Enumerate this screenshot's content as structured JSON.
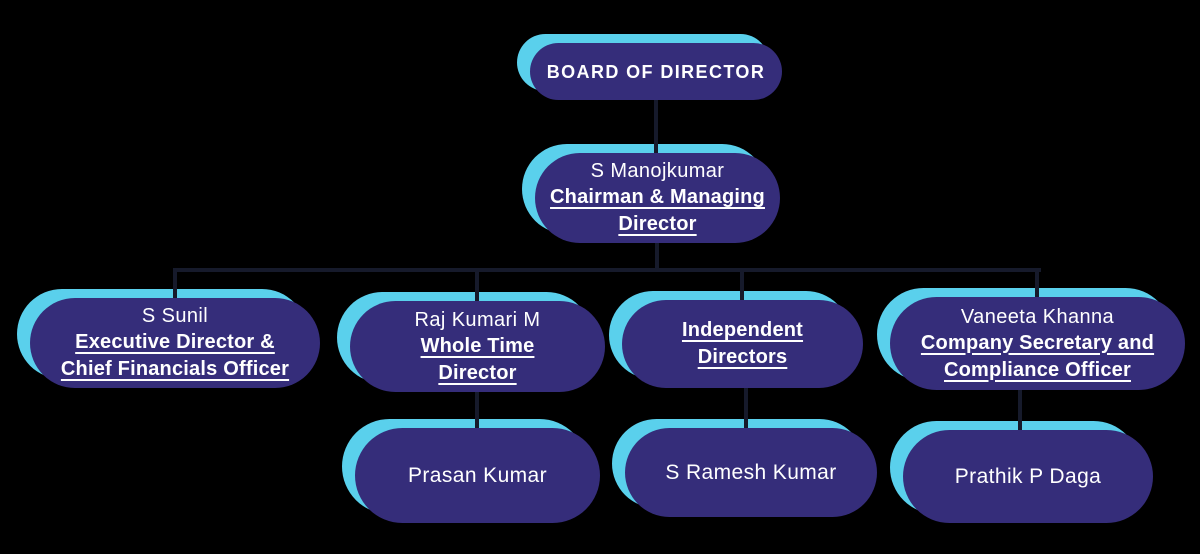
{
  "colors": {
    "node_fill": "#352d7a",
    "accent": "#5ad0ec",
    "text": "#ffffff",
    "connector": "#161a2b",
    "background": "#000000"
  },
  "org_chart": {
    "nodes": {
      "board": {
        "label": "BOARD OF DIRECTOR"
      },
      "chairman": {
        "name": "S Manojkumar",
        "role_lines": [
          "Chairman & Managing",
          "Director"
        ]
      },
      "executive_director": {
        "name": "S Sunil",
        "role_lines": [
          "Executive Director &",
          "Chief Financials Officer"
        ]
      },
      "whole_time_director": {
        "name": "Raj Kumari M",
        "role_lines": [
          "Whole Time",
          "Director"
        ]
      },
      "independent_directors": {
        "role_lines": [
          "Independent",
          "Directors"
        ]
      },
      "company_secretary": {
        "name": "Vaneeta Khanna",
        "role_lines": [
          "Company Secretary and",
          "Compliance Officer"
        ]
      },
      "prasan": {
        "name": "Prasan Kumar"
      },
      "ramesh": {
        "name": "S Ramesh Kumar"
      },
      "prathik": {
        "name": "Prathik P Daga"
      }
    },
    "edges": [
      [
        "board",
        "chairman"
      ],
      [
        "chairman",
        "executive_director"
      ],
      [
        "chairman",
        "whole_time_director"
      ],
      [
        "chairman",
        "independent_directors"
      ],
      [
        "chairman",
        "company_secretary"
      ],
      [
        "whole_time_director",
        "prasan"
      ],
      [
        "independent_directors",
        "ramesh"
      ],
      [
        "company_secretary",
        "prathik"
      ]
    ]
  }
}
